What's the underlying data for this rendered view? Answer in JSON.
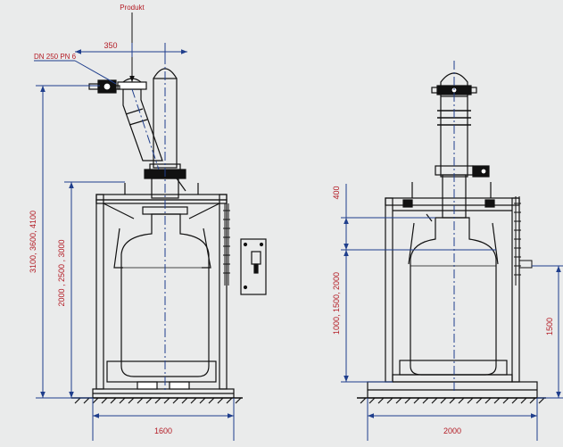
{
  "labels": {
    "produkt": "Produkt",
    "dn": "DN 250 PN 6",
    "dim_350": "350",
    "dim_3100": "3100, 3600, 4100",
    "dim_2000_left": "2000 , 2500 , 3000",
    "dim_1600": "1600",
    "dim_400": "400",
    "dim_1000": "1000, 1500, 2000",
    "dim_1500": "1500",
    "dim_2000_bottom": "2000"
  },
  "colors": {
    "background": "#eaebeb",
    "dimension": "#1f3e8c",
    "text": "#b31b24",
    "drawing": "#111111",
    "centerline": "#1f3e8c"
  }
}
